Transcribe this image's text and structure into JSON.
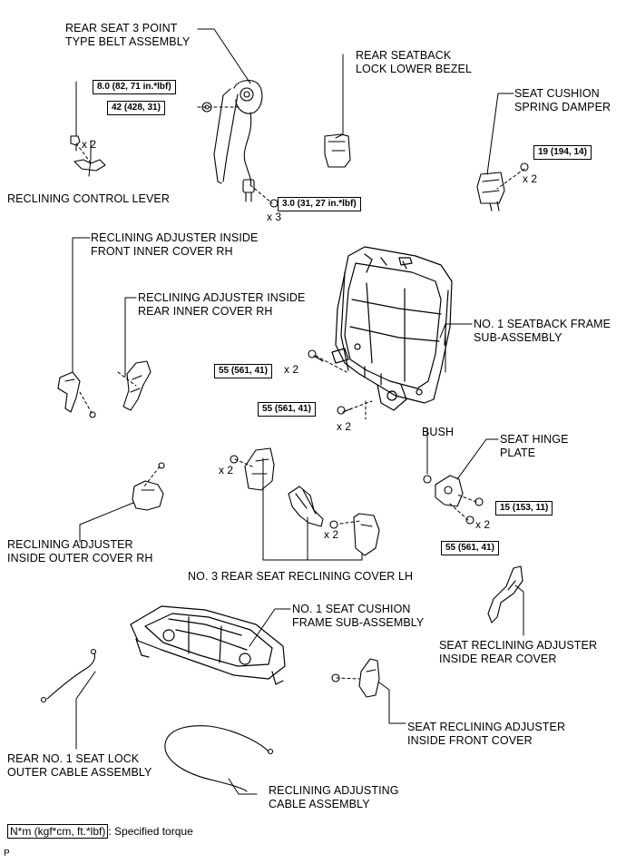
{
  "labels": {
    "rear_seat_belt": [
      "REAR SEAT 3 POINT",
      "TYPE BELT ASSEMBLY"
    ],
    "rear_seatback_lock_bezel": [
      "REAR SEATBACK",
      "LOCK LOWER BEZEL"
    ],
    "seat_cushion_spring_damper": [
      "SEAT CUSHION",
      "SPRING DAMPER"
    ],
    "reclining_control_lever": [
      "RECLINING CONTROL LEVER"
    ],
    "reclining_front_inner_cover": [
      "RECLINING ADJUSTER INSIDE",
      "FRONT INNER COVER RH"
    ],
    "reclining_rear_inner_cover": [
      "RECLINING ADJUSTER INSIDE",
      "REAR INNER COVER RH"
    ],
    "seatback_frame": [
      "NO. 1 SEATBACK FRAME",
      "SUB-ASSEMBLY"
    ],
    "bush": [
      "BUSH"
    ],
    "seat_hinge_plate": [
      "SEAT HINGE",
      "PLATE"
    ],
    "reclining_outer_cover": [
      "RECLINING ADJUSTER",
      "INSIDE OUTER COVER RH"
    ],
    "rear_seat_reclining_cover": [
      "NO. 3 REAR SEAT RECLINING COVER LH"
    ],
    "seat_cushion_frame": [
      "NO. 1 SEAT CUSHION",
      "FRAME SUB-ASSEMBLY"
    ],
    "reclining_rear_cover": [
      "SEAT RECLINING ADJUSTER",
      "INSIDE REAR COVER"
    ],
    "reclining_front_cover": [
      "SEAT RECLINING ADJUSTER",
      "INSIDE FRONT COVER"
    ],
    "lock_cable": [
      "REAR NO. 1 SEAT LOCK",
      "OUTER CABLE ASSEMBLY"
    ],
    "adjusting_cable": [
      "RECLINING ADJUSTING",
      "CABLE ASSEMBLY"
    ]
  },
  "torques": {
    "t1": "8.0 (82, 71 in.*lbf)",
    "t2": "42 (428, 31)",
    "t3": "3.0 (31, 27 in.*lbf)",
    "t4": "19 (194, 14)",
    "t5": "55 (561, 41)",
    "t6": "55 (561, 41)",
    "t7": "15 (153, 11)",
    "t8": "55 (561, 41)"
  },
  "quantities": {
    "q1": "x 2",
    "q2": "x 3",
    "q3": "x 2",
    "q4": "x 2",
    "q5": "x 2",
    "q6": "x 2",
    "q7": "x 2",
    "q8": "x 2"
  },
  "legend": {
    "box_text": "N*m (kgf*cm, ft.*lbf)",
    "desc": ": Specified torque"
  },
  "corner_code": "P"
}
